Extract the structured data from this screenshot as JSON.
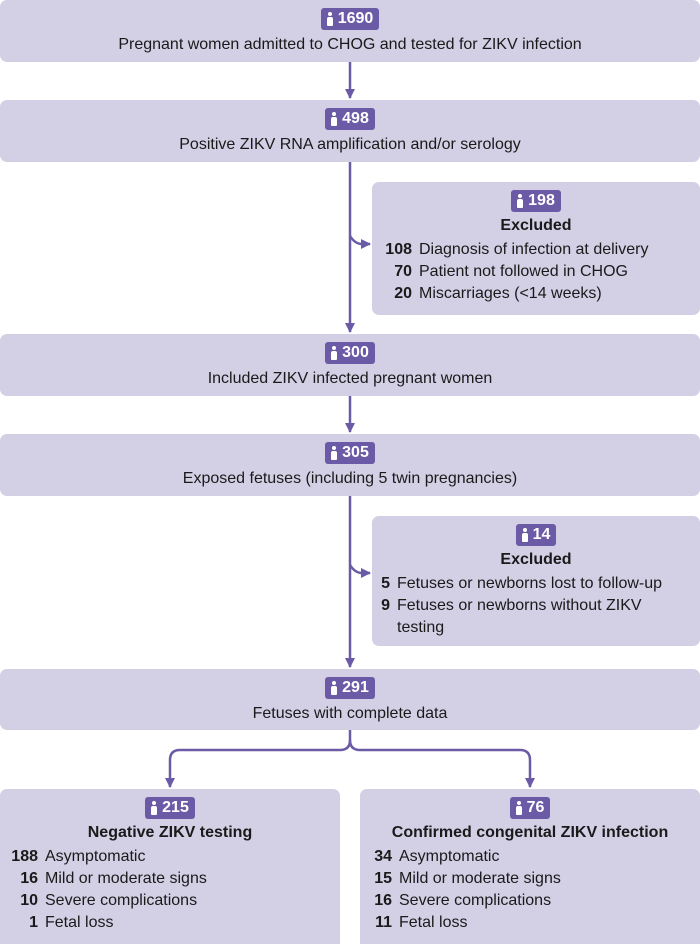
{
  "nodes": {
    "screened": {
      "count": "1690",
      "label": "Pregnant women admitted to CHOG and tested for ZIKV infection"
    },
    "positive": {
      "count": "498",
      "label": "Positive ZIKV RNA amplification and/or serology"
    },
    "excluded_1": {
      "count": "198",
      "heading": "Excluded",
      "items": [
        {
          "n": "108",
          "text": "Diagnosis of infection at delivery"
        },
        {
          "n": "70",
          "text": "Patient not followed in CHOG"
        },
        {
          "n": "20",
          "text": "Miscarriages (<14 weeks)"
        }
      ]
    },
    "included": {
      "count": "300",
      "label": "Included ZIKV infected pregnant women"
    },
    "fetuses": {
      "count": "305",
      "label": "Exposed fetuses (including 5 twin pregnancies)"
    },
    "excluded_2": {
      "count": "14",
      "heading": "Excluded",
      "items": [
        {
          "n": "5",
          "text": "Fetuses or newborns lost to follow-up"
        },
        {
          "n": "9",
          "text": "Fetuses or newborns without ZIKV testing"
        }
      ]
    },
    "complete": {
      "count": "291",
      "label": "Fetuses with complete data"
    },
    "negative": {
      "count": "215",
      "heading": "Negative ZIKV testing",
      "items": [
        {
          "n": "188",
          "text": "Asymptomatic"
        },
        {
          "n": "16",
          "text": "Mild or moderate signs"
        },
        {
          "n": "10",
          "text": "Severe complications"
        },
        {
          "n": "1",
          "text": "Fetal loss"
        }
      ]
    },
    "confirmed": {
      "count": "76",
      "heading": "Confirmed congenital ZIKV infection",
      "items": [
        {
          "n": "34",
          "text": "Asymptomatic"
        },
        {
          "n": "15",
          "text": "Mild or moderate signs"
        },
        {
          "n": "16",
          "text": "Severe complications"
        },
        {
          "n": "11",
          "text": "Fetal loss"
        }
      ]
    }
  },
  "colors": {
    "box_fill": "#d3cfe5",
    "badge": "#6b5ba6",
    "arrow": "#6b5ba6"
  },
  "icons": {
    "count_badge": "person-icon"
  }
}
